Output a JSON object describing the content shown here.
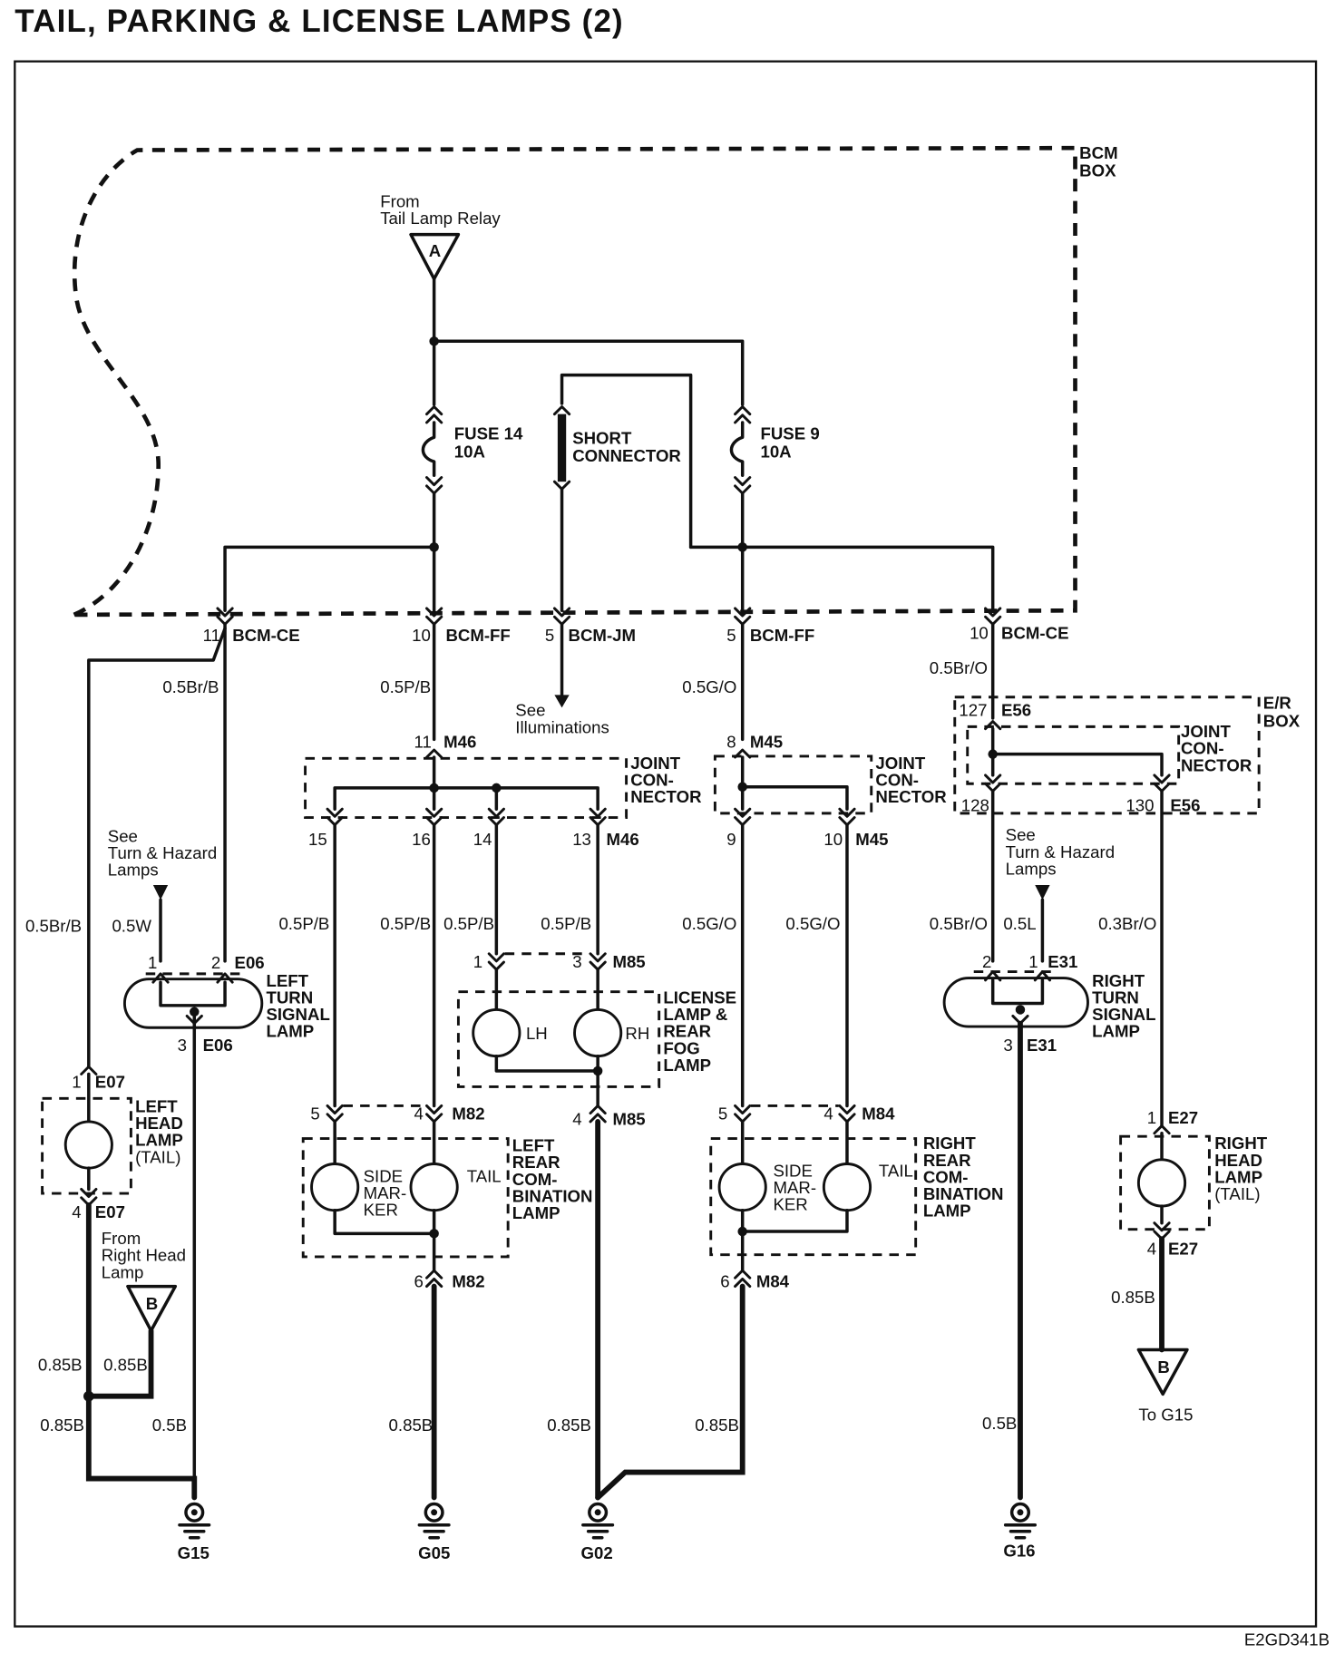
{
  "title": "TAIL, PARKING & LICENSE LAMPS (2)",
  "code": "E2GD341B",
  "bcm_box": [
    "BCM",
    "BOX"
  ],
  "er_box": [
    "E/R",
    "BOX"
  ],
  "from_tail": [
    "From",
    "Tail Lamp Relay"
  ],
  "ref_a": "A",
  "ref_b": "B",
  "fuse14": [
    "FUSE 14",
    "10A"
  ],
  "fuse9": [
    "FUSE 9",
    "10A"
  ],
  "short_connector": [
    "SHORT",
    "CONNECTOR"
  ],
  "see_illum": [
    "See",
    "Illuminations"
  ],
  "see_turn": [
    "See",
    "Turn & Hazard",
    "Lamps"
  ],
  "from_rhl": [
    "From",
    "Right Head",
    "Lamp"
  ],
  "to_g15": "To G15",
  "joint_connector": [
    "JOINT",
    "CON-",
    "NECTOR"
  ],
  "connectors": {
    "bcm_ce": "BCM-CE",
    "bcm_ff": "BCM-FF",
    "bcm_jm": "BCM-JM",
    "m46": "M46",
    "m45": "M45",
    "m85": "M85",
    "m82": "M82",
    "m84": "M84",
    "e06": "E06",
    "e07": "E07",
    "e56": "E56",
    "e31": "E31",
    "e27": "E27"
  },
  "pins": {
    "p11": "11",
    "p10": "10",
    "p5": "5",
    "p8": "8",
    "p15": "15",
    "p16": "16",
    "p14": "14",
    "p13": "13",
    "p9": "9",
    "p1": "1",
    "p2": "2",
    "p3": "3",
    "p4": "4",
    "p6": "6",
    "p127": "127",
    "p128": "128",
    "p130": "130"
  },
  "wires": {
    "w05brb": "0.5Br/B",
    "w05pb": "0.5P/B",
    "w05go": "0.5G/O",
    "w05bro": "0.5Br/O",
    "w05w": "0.5W",
    "w05l": "0.5L",
    "w03bro": "0.3Br/O",
    "w085b": "0.85B",
    "w05b": "0.5B"
  },
  "components": {
    "left_turn": [
      "LEFT",
      "TURN",
      "SIGNAL",
      "LAMP"
    ],
    "right_turn": [
      "RIGHT",
      "TURN",
      "SIGNAL",
      "LAMP"
    ],
    "left_head": [
      "LEFT",
      "HEAD",
      "LAMP",
      "(TAIL)"
    ],
    "right_head": [
      "RIGHT",
      "HEAD",
      "LAMP",
      "(TAIL)"
    ],
    "license": [
      "LICENSE",
      "LAMP &",
      "REAR",
      "FOG",
      "LAMP"
    ],
    "left_rear": [
      "LEFT",
      "REAR",
      "COM-",
      "BINATION",
      "LAMP"
    ],
    "right_rear": [
      "RIGHT",
      "REAR",
      "COM-",
      "BINATION",
      "LAMP"
    ],
    "lh": "LH",
    "rh": "RH",
    "tail": "TAIL",
    "side_marker": [
      "SIDE",
      "MAR-",
      "KER"
    ]
  },
  "grounds": {
    "g15": "G15",
    "g05": "G05",
    "g02": "G02",
    "g16": "G16"
  }
}
